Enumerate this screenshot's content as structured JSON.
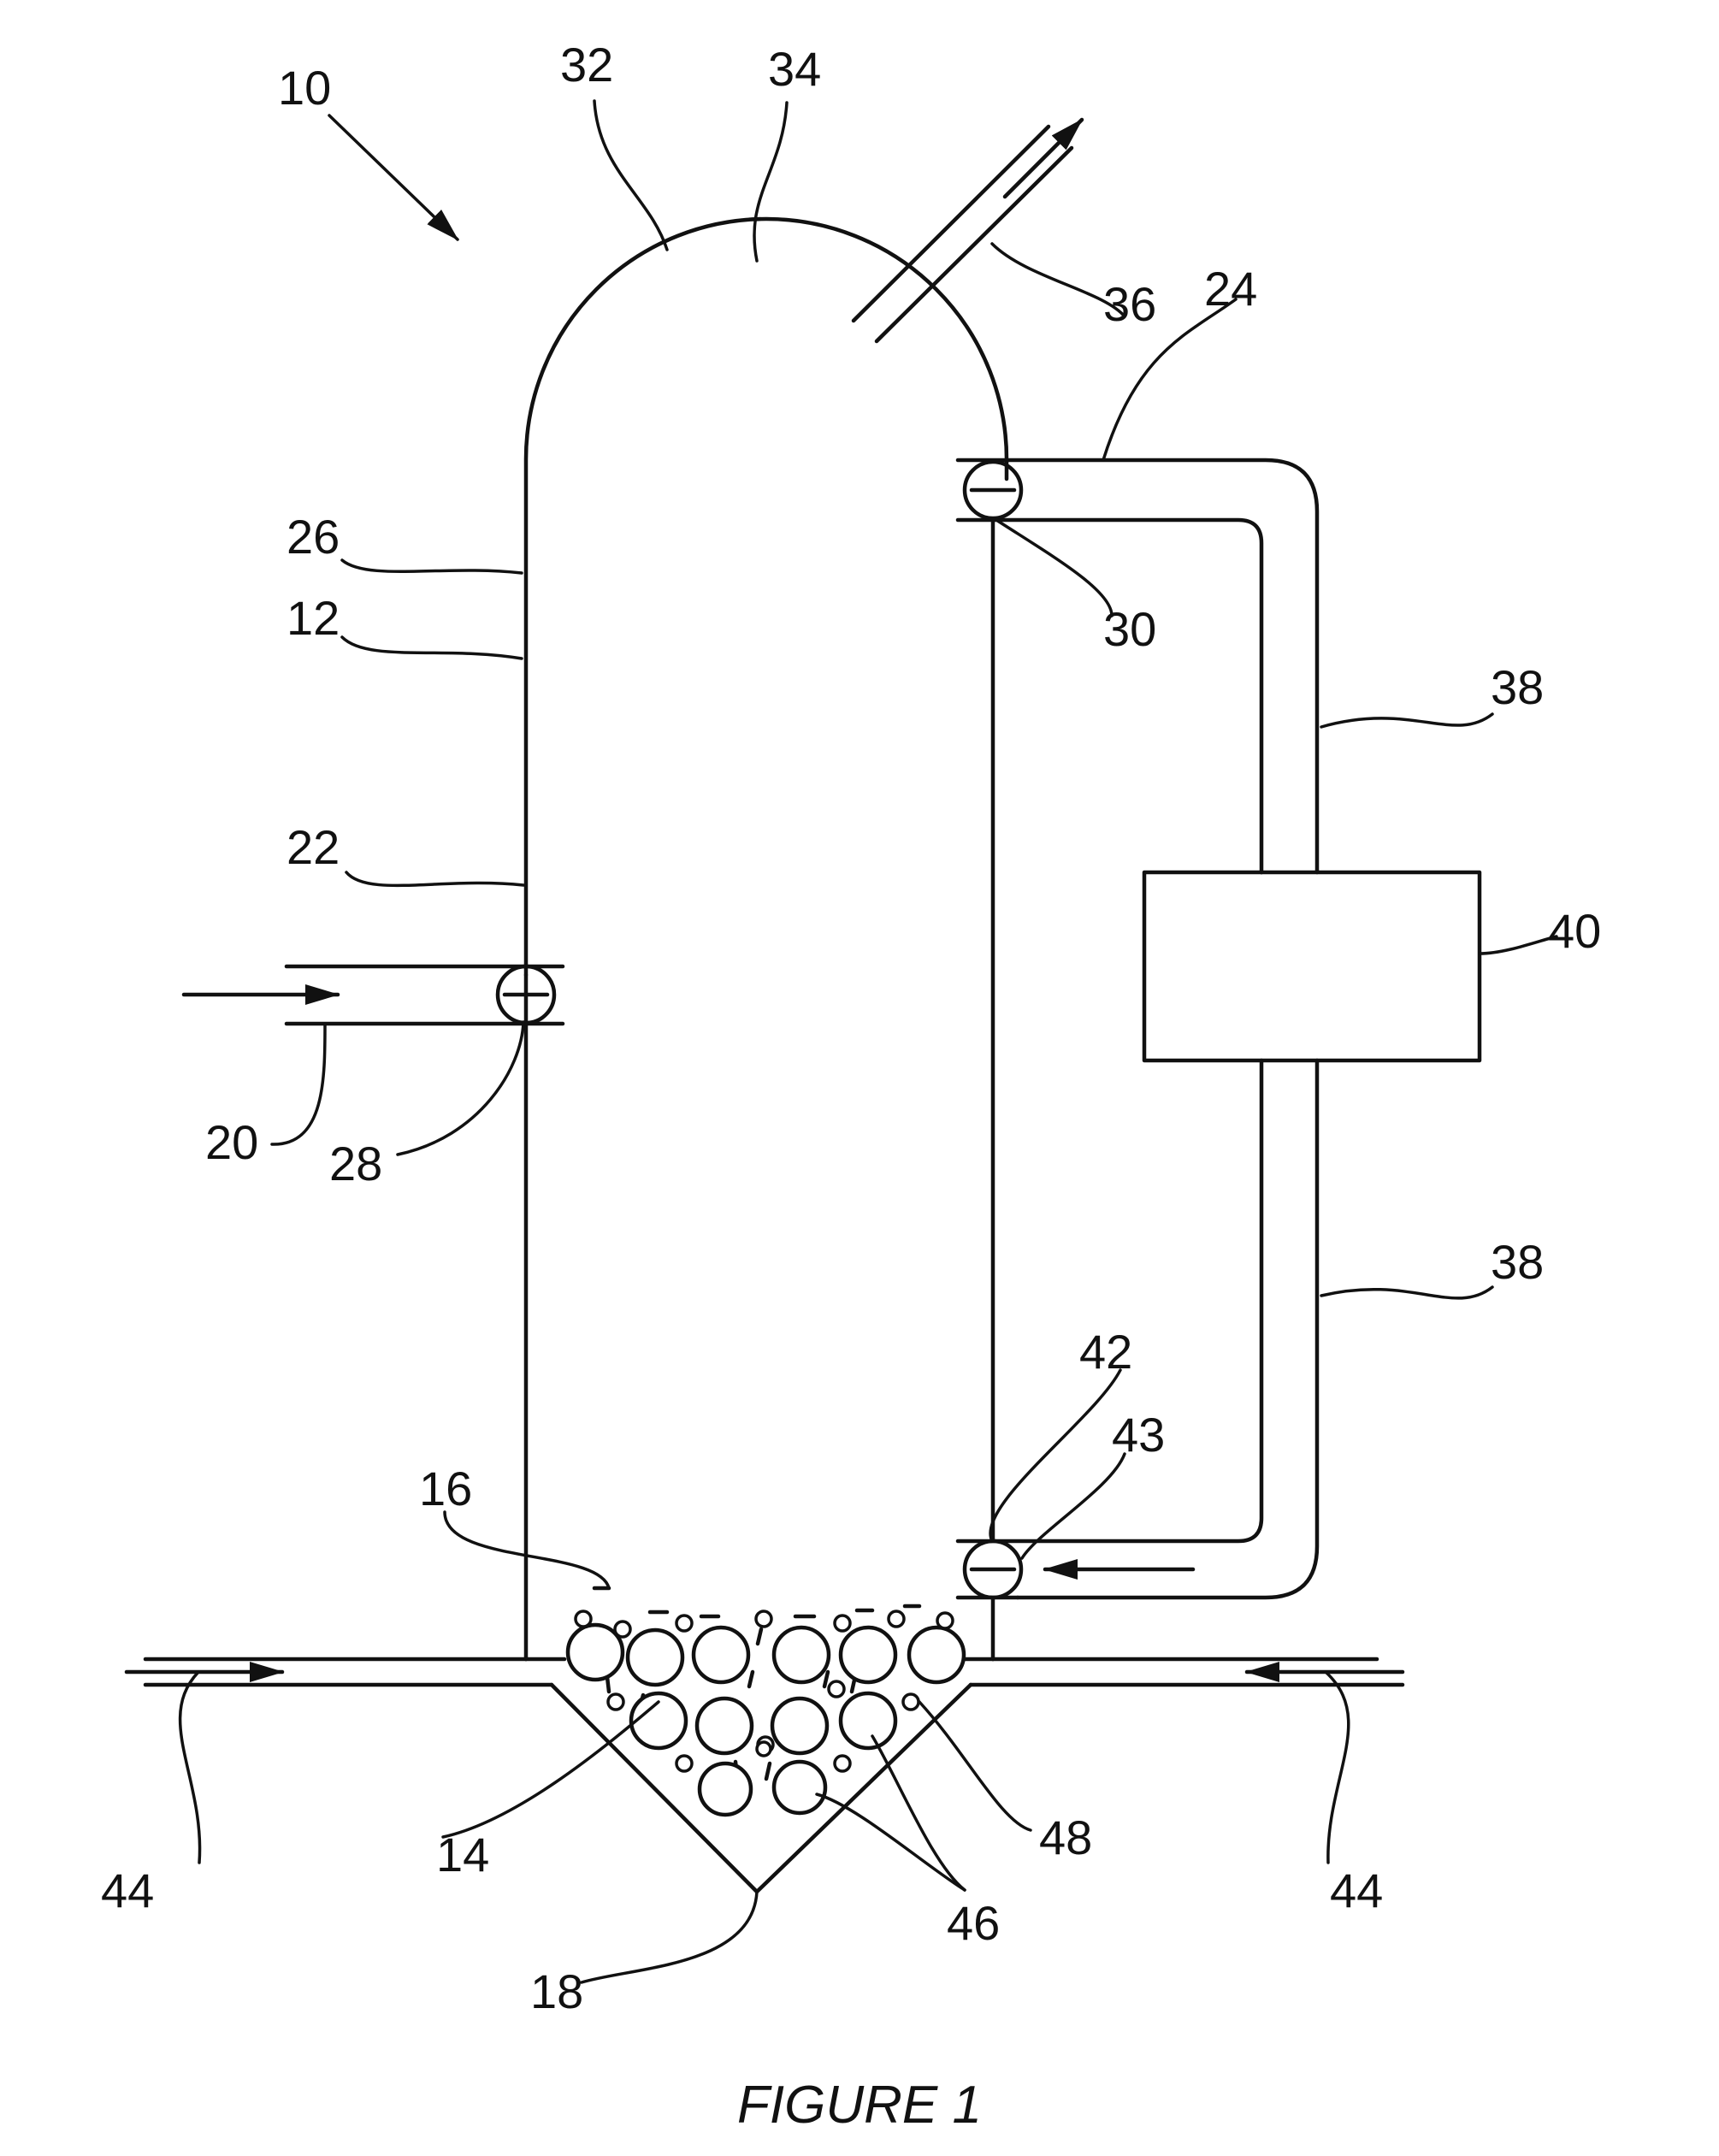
{
  "figure": {
    "caption": "FIGURE 1",
    "labels": {
      "apparatus": "10",
      "dome": "32",
      "headspace": "34",
      "outlet_pipe": "36",
      "upper_line": "24",
      "wall_outer": "26",
      "vessel": "12",
      "recirc_valve": "30",
      "recirc_pipe_upper": "38",
      "pump": "40",
      "inlet_section": "22",
      "inlet_pipe": "20",
      "inlet_valve": "28",
      "recirc_pipe_lower": "38",
      "return_inlet": "42",
      "return_valve": "43",
      "grid": "16",
      "feed_left": "44",
      "feed_right": "44",
      "bed": "14",
      "small_particle": "48",
      "large_particles": "46",
      "cone_bottom": "18"
    }
  }
}
